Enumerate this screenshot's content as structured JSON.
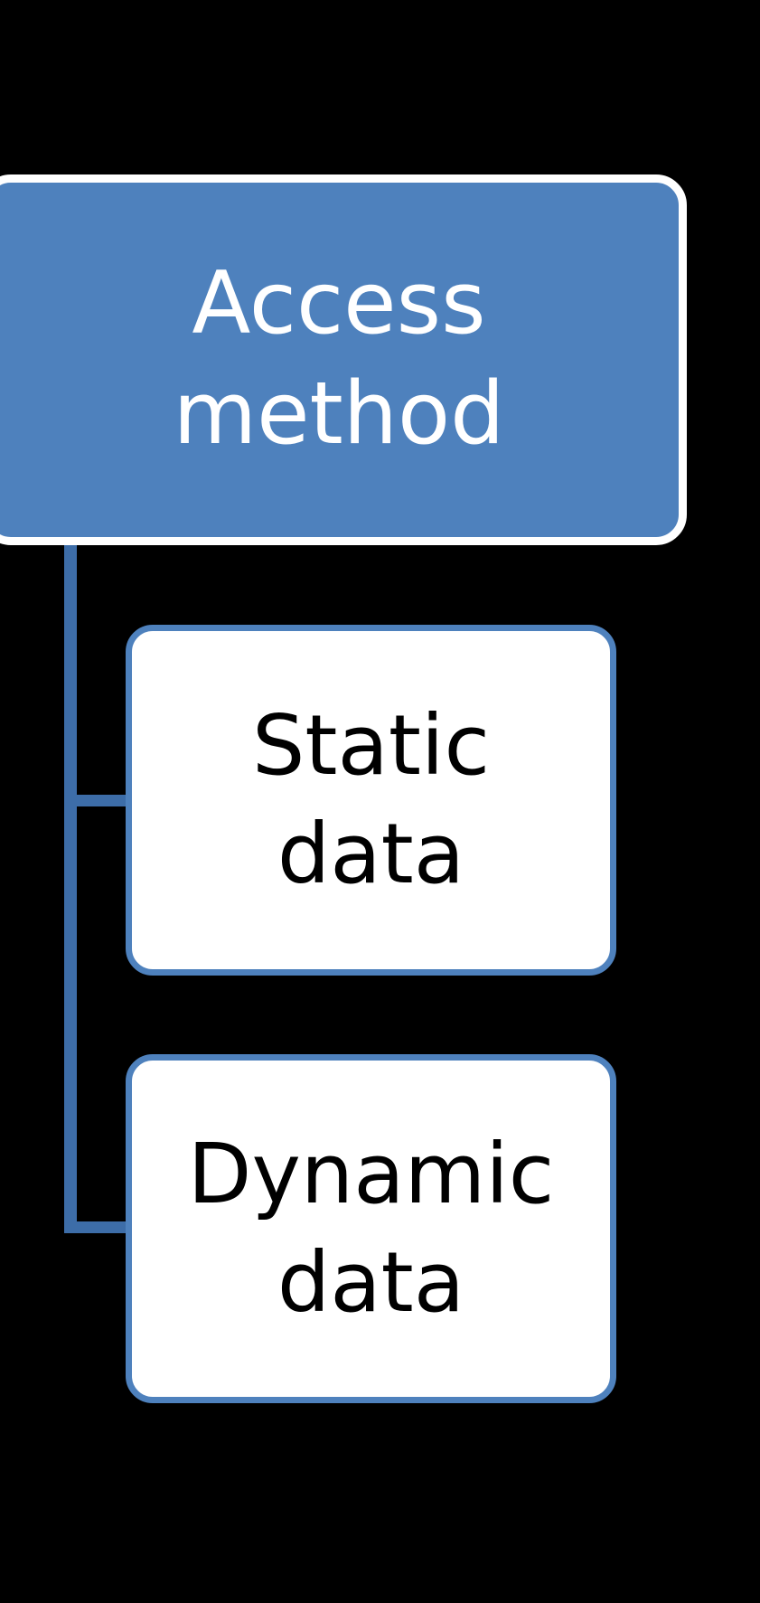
{
  "diagram": {
    "type": "hierarchy-tree",
    "background_color": "#000000",
    "accent_color": "#4E81BD",
    "connector_color": "#3D6DA8",
    "root": {
      "id": "access-method",
      "label": "Access\nmethod",
      "fill_color": "#4E81BD",
      "border_color": "#FFFFFF",
      "text_color": "#FFFFFF"
    },
    "children": [
      {
        "id": "static-data",
        "label": "Static\ndata",
        "fill_color": "#FFFFFF",
        "border_color": "#4E81BD",
        "text_color": "#000000"
      },
      {
        "id": "dynamic-data",
        "label": "Dynamic\ndata",
        "fill_color": "#FFFFFF",
        "border_color": "#4E81BD",
        "text_color": "#000000"
      }
    ]
  }
}
